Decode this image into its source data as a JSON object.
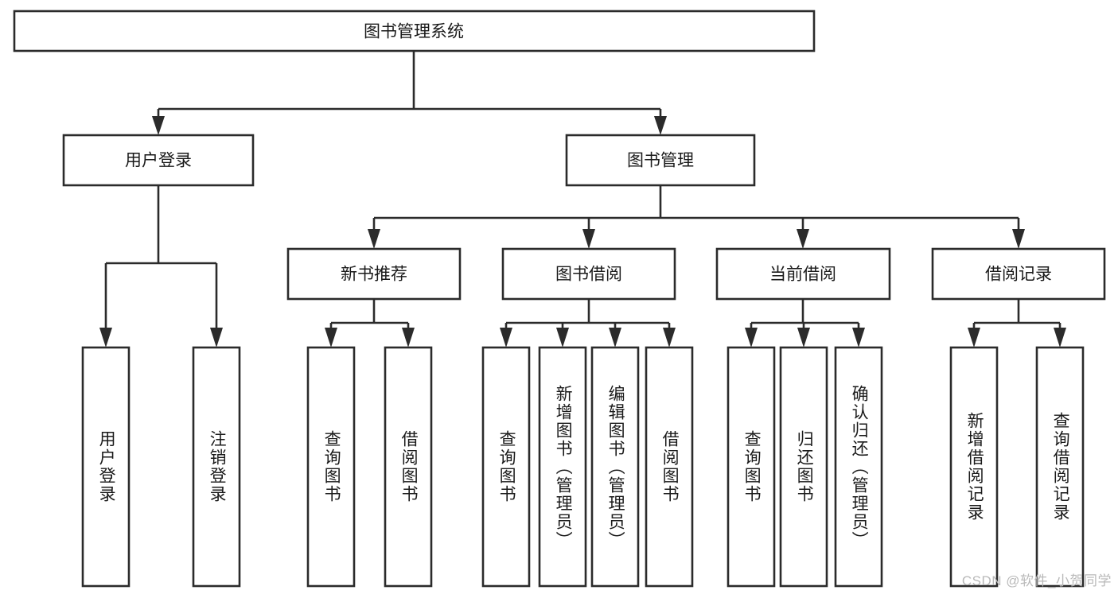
{
  "diagram": {
    "type": "tree-hierarchy",
    "title": "图书管理系统",
    "watermark": "CSDN @软件_小贺同学",
    "colors": {
      "stroke": "#2b2b2b",
      "fill": "#ffffff",
      "text": "#1a1a1a",
      "watermark": "#b9b9b9",
      "background": "#ffffff"
    },
    "levels": {
      "root": {
        "label": "图书管理系统"
      },
      "level2": [
        {
          "label": "用户登录"
        },
        {
          "label": "图书管理"
        }
      ],
      "level3": [
        {
          "label": "新书推荐"
        },
        {
          "label": "图书借阅"
        },
        {
          "label": "当前借阅"
        },
        {
          "label": "借阅记录"
        }
      ],
      "leaves": [
        {
          "label": "用户登录",
          "parent": "用户登录"
        },
        {
          "label": "注销登录",
          "parent": "用户登录"
        },
        {
          "label": "查询图书",
          "parent": "新书推荐"
        },
        {
          "label": "借阅图书",
          "parent": "新书推荐"
        },
        {
          "label": "查询图书",
          "parent": "图书借阅"
        },
        {
          "label": "新增图书（管理员）",
          "parent": "图书借阅"
        },
        {
          "label": "编辑图书（管理员）",
          "parent": "图书借阅"
        },
        {
          "label": "借阅图书",
          "parent": "图书借阅"
        },
        {
          "label": "查询图书",
          "parent": "当前借阅"
        },
        {
          "label": "归还图书",
          "parent": "当前借阅"
        },
        {
          "label": "确认归还（管理员）",
          "parent": "当前借阅"
        },
        {
          "label": "新增借阅记录",
          "parent": "借阅记录"
        },
        {
          "label": "查询借阅记录",
          "parent": "借阅记录"
        }
      ]
    }
  }
}
